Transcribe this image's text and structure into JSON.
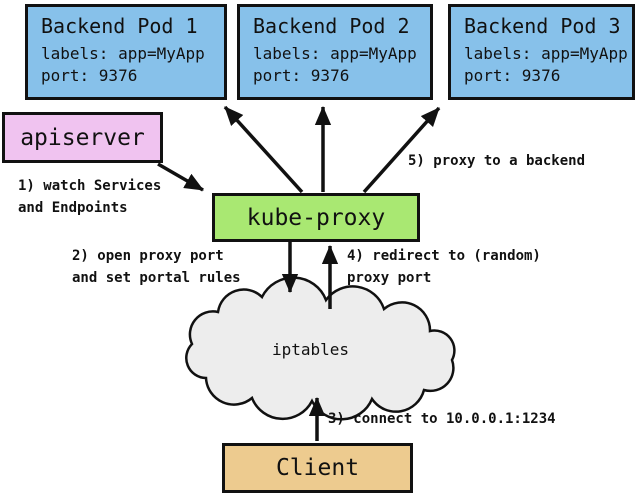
{
  "pods": [
    {
      "title": "Backend Pod 1",
      "labels": "labels: app=MyApp",
      "port": "port: 9376"
    },
    {
      "title": "Backend Pod 2",
      "labels": "labels: app=MyApp",
      "port": "port: 9376"
    },
    {
      "title": "Backend Pod 3",
      "labels": "labels: app=MyApp",
      "port": "port: 9376"
    }
  ],
  "nodes": {
    "apiserver": "apiserver",
    "kube_proxy": "kube-proxy",
    "iptables": "iptables",
    "client": "Client"
  },
  "annotations": {
    "step1_line1": "1) watch Services",
    "step1_line2": "and Endpoints",
    "step2_line1": "2) open proxy port",
    "step2_line2": "and set portal rules",
    "step3": "3) connect to 10.0.0.1:1234",
    "step4_line1": "4) redirect to (random)",
    "step4_line2": "proxy port",
    "step5": "5) proxy to a backend"
  },
  "colors": {
    "pod_fill": "#87c1ea",
    "apiserver_fill": "#f0c3f0",
    "kube_proxy_fill": "#a9e872",
    "cloud_fill": "#ededed",
    "client_fill": "#edcb8f",
    "stroke": "#111111"
  }
}
